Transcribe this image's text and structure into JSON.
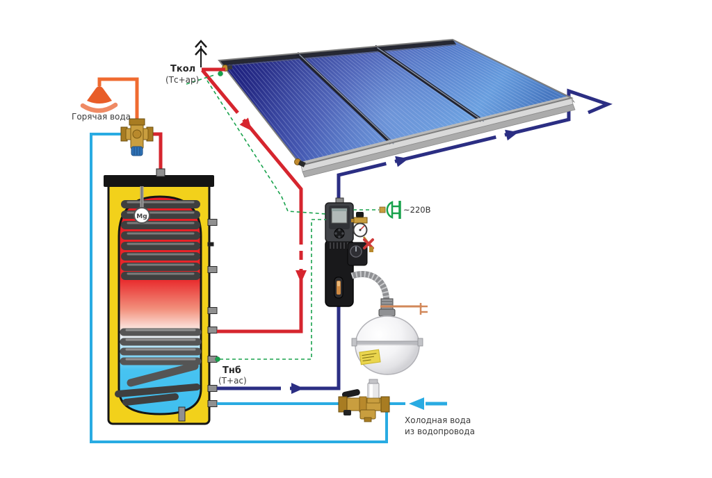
{
  "labels": {
    "collector_sensor_name": "Ткол",
    "collector_sensor_detail": "(Тс+ар)",
    "hot_water": "Горячая вода",
    "tank_sensor_name": "Тнб",
    "tank_sensor_detail": "(Т+ас)",
    "power": "~220В",
    "cold_water_line1": "Холодная вода",
    "cold_water_line2": "из водопровода",
    "anode": "Mg"
  },
  "colors": {
    "solar_flow_pipe": "#d6252e",
    "solar_return_pipe": "#2b2e83",
    "cold_water_pipe": "#29abe2",
    "hot_water_pipe": "#ef6b30",
    "sensor_wire": "#18a24c",
    "tank_shell": "#f2d11b",
    "tank_hot_zone": "#e61d25",
    "tank_cold_zone": "#45c3f1",
    "collector_dark": "#1f2280",
    "collector_light": "#5b93d8",
    "brass": "#c99e3f"
  },
  "components": {
    "collector": "solar-collector-array",
    "tank": "storage-tank-with-coils",
    "pump_station": "solar-pump-station-controller",
    "expansion": "expansion-vessel",
    "mixer": "thermostatic-mixing-valve",
    "safety_group": "cold-water-safety-group",
    "shower": "hot-water-shower",
    "air_vent": "air-vent-arrow",
    "power_plug": "power-plug"
  }
}
